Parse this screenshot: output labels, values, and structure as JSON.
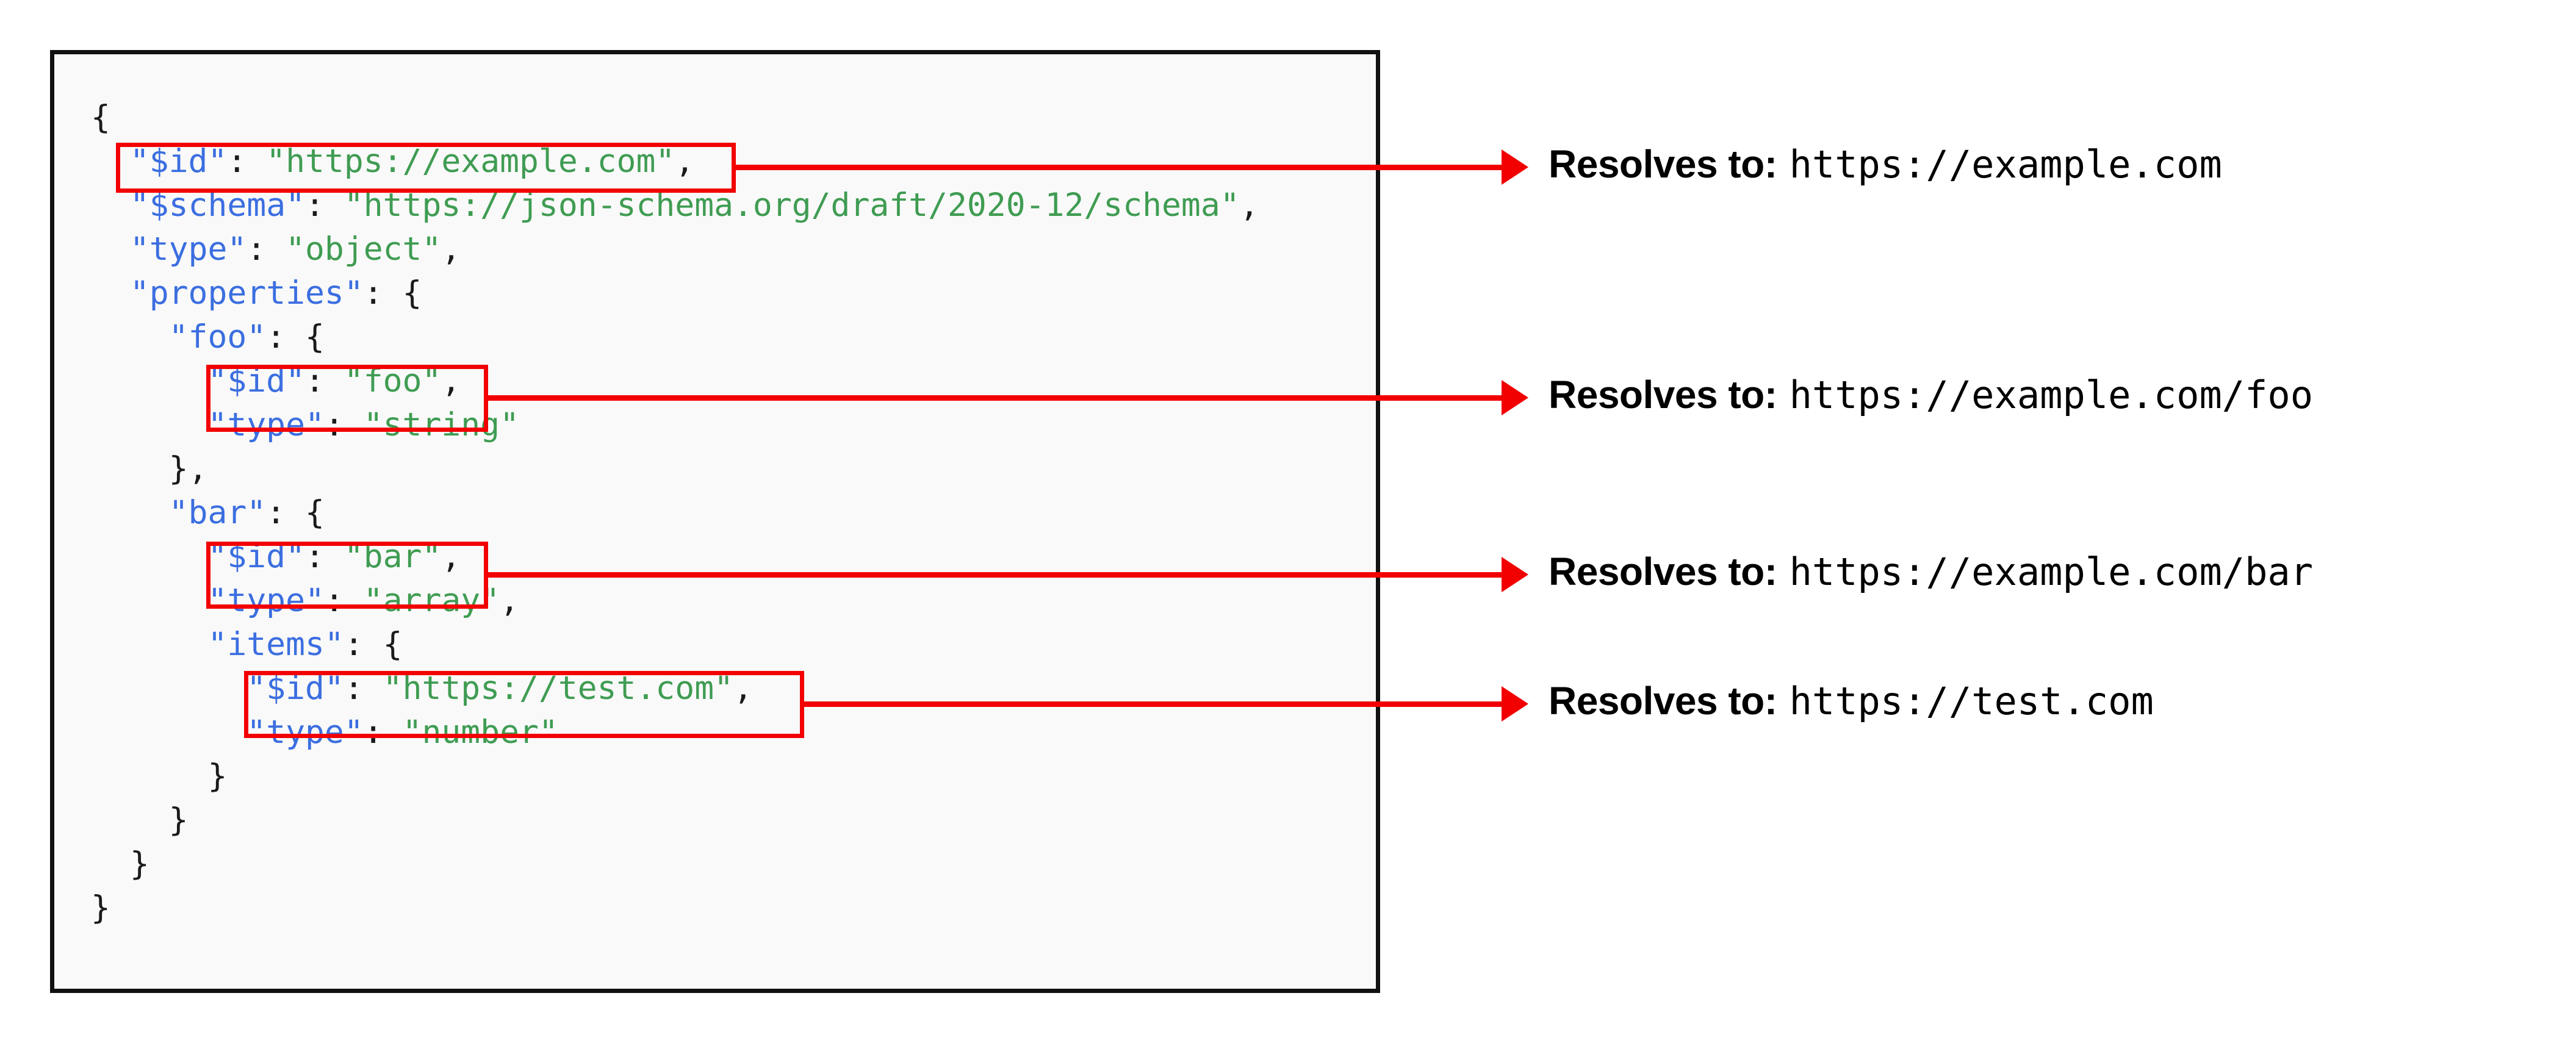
{
  "code_panel": {
    "language": "json",
    "lines": [
      {
        "indent": 0,
        "tokens": [
          {
            "t": "punct",
            "v": "{"
          }
        ]
      },
      {
        "indent": 1,
        "tokens": [
          {
            "t": "key",
            "v": "\"$id\""
          },
          {
            "t": "punct",
            "v": ": "
          },
          {
            "t": "str",
            "v": "\"https://example.com\""
          },
          {
            "t": "punct",
            "v": ","
          }
        ]
      },
      {
        "indent": 1,
        "tokens": [
          {
            "t": "key",
            "v": "\"$schema\""
          },
          {
            "t": "punct",
            "v": ": "
          },
          {
            "t": "str",
            "v": "\"https://json-schema.org/draft/2020-12/schema\""
          },
          {
            "t": "punct",
            "v": ","
          }
        ]
      },
      {
        "indent": 1,
        "tokens": [
          {
            "t": "key",
            "v": "\"type\""
          },
          {
            "t": "punct",
            "v": ": "
          },
          {
            "t": "str",
            "v": "\"object\""
          },
          {
            "t": "punct",
            "v": ","
          }
        ]
      },
      {
        "indent": 1,
        "tokens": [
          {
            "t": "key",
            "v": "\"properties\""
          },
          {
            "t": "punct",
            "v": ": {"
          }
        ]
      },
      {
        "indent": 2,
        "tokens": [
          {
            "t": "key",
            "v": "\"foo\""
          },
          {
            "t": "punct",
            "v": ": {"
          }
        ]
      },
      {
        "indent": 3,
        "tokens": [
          {
            "t": "key",
            "v": "\"$id\""
          },
          {
            "t": "punct",
            "v": ": "
          },
          {
            "t": "str",
            "v": "\"foo\""
          },
          {
            "t": "punct",
            "v": ","
          }
        ]
      },
      {
        "indent": 3,
        "tokens": [
          {
            "t": "key",
            "v": "\"type\""
          },
          {
            "t": "punct",
            "v": ": "
          },
          {
            "t": "str",
            "v": "\"string\""
          }
        ]
      },
      {
        "indent": 2,
        "tokens": [
          {
            "t": "punct",
            "v": "},"
          }
        ]
      },
      {
        "indent": 2,
        "tokens": [
          {
            "t": "key",
            "v": "\"bar\""
          },
          {
            "t": "punct",
            "v": ": {"
          }
        ]
      },
      {
        "indent": 3,
        "tokens": [
          {
            "t": "key",
            "v": "\"$id\""
          },
          {
            "t": "punct",
            "v": ": "
          },
          {
            "t": "str",
            "v": "\"bar\""
          },
          {
            "t": "punct",
            "v": ","
          }
        ]
      },
      {
        "indent": 3,
        "tokens": [
          {
            "t": "key",
            "v": "\"type\""
          },
          {
            "t": "punct",
            "v": ": "
          },
          {
            "t": "str",
            "v": "\"array\""
          },
          {
            "t": "punct",
            "v": ","
          }
        ]
      },
      {
        "indent": 3,
        "tokens": [
          {
            "t": "key",
            "v": "\"items\""
          },
          {
            "t": "punct",
            "v": ": {"
          }
        ]
      },
      {
        "indent": 4,
        "tokens": [
          {
            "t": "key",
            "v": "\"$id\""
          },
          {
            "t": "punct",
            "v": ": "
          },
          {
            "t": "str",
            "v": "\"https://test.com\""
          },
          {
            "t": "punct",
            "v": ","
          }
        ]
      },
      {
        "indent": 4,
        "tokens": [
          {
            "t": "key",
            "v": "\"type\""
          },
          {
            "t": "punct",
            "v": ": "
          },
          {
            "t": "str",
            "v": "\"number\""
          }
        ]
      },
      {
        "indent": 3,
        "tokens": [
          {
            "t": "punct",
            "v": "}"
          }
        ]
      },
      {
        "indent": 2,
        "tokens": [
          {
            "t": "punct",
            "v": "}"
          }
        ]
      },
      {
        "indent": 1,
        "tokens": [
          {
            "t": "punct",
            "v": "}"
          }
        ]
      },
      {
        "indent": 0,
        "tokens": [
          {
            "t": "punct",
            "v": "}"
          }
        ]
      }
    ]
  },
  "highlights": [
    {
      "name": "highlight-id-root",
      "line_text": "\"$id\": \"https://example.com\","
    },
    {
      "name": "highlight-id-foo",
      "line_text": "\"$id\": \"foo\","
    },
    {
      "name": "highlight-id-bar",
      "line_text": "\"$id\": \"bar\","
    },
    {
      "name": "highlight-id-items",
      "line_text": "\"$id\": \"https://test.com\","
    }
  ],
  "annotations": [
    {
      "label": "Resolves to:",
      "url": "https://example.com"
    },
    {
      "label": "Resolves to:",
      "url": "https://example.com/foo"
    },
    {
      "label": "Resolves to:",
      "url": "https://example.com/bar"
    },
    {
      "label": "Resolves to:",
      "url": "https://test.com"
    }
  ],
  "colors": {
    "key": "#3b6ee0",
    "string": "#3f9c52",
    "punctuation": "#1a1a1a",
    "highlight": "#f20000",
    "panel_border": "#111111",
    "panel_background": "#f9f9f9",
    "page_background": "#ffffff",
    "text": "#000000"
  }
}
